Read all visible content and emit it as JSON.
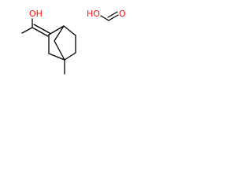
{
  "molecule_1": {
    "atoms": {
      "hydroxyl": "OH"
    }
  },
  "molecule_2": {
    "atoms": {
      "hydroxyl": "HO",
      "carbonyl": "O"
    }
  }
}
